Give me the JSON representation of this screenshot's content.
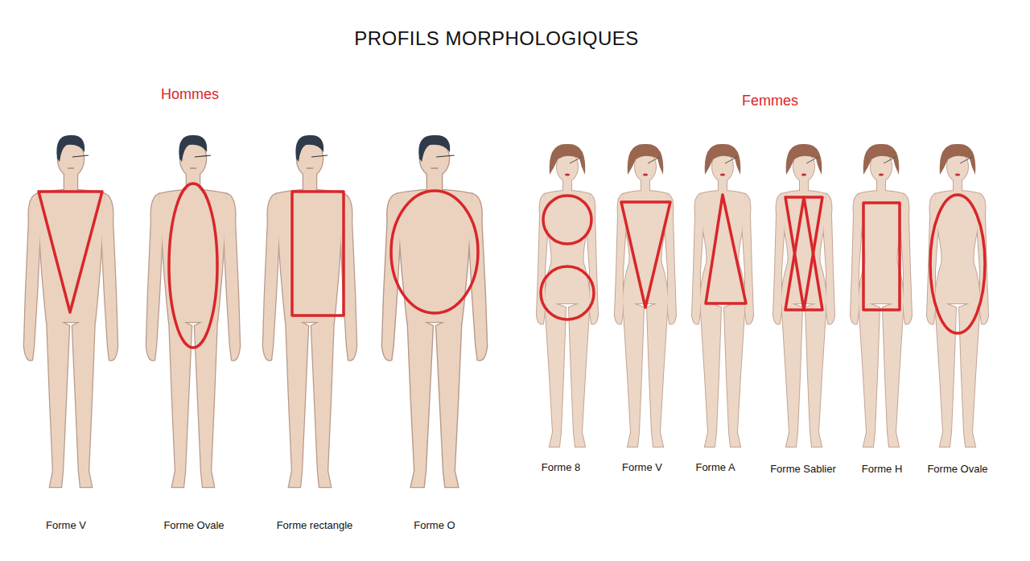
{
  "diagram": {
    "title": "PROFILS MORPHOLOGIQUES",
    "labels": [
      "Hommes",
      "Femmes",
      "Forme V",
      "Forme Ovale",
      "Forme rectangle",
      "Forme O",
      "Forme 8",
      "Forme V",
      "Forme A",
      "Forme Sablier",
      "Forme H",
      "Forme Ovale"
    ]
  }
}
